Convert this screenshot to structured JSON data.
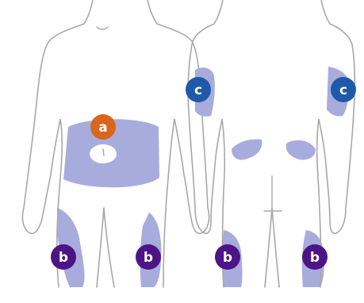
{
  "colors": {
    "background": "#ffffff",
    "outline": "#a8a8a8",
    "zone_fill": "#a8acdc",
    "navel_fill": "#ffffff",
    "badge_a": "#d9661c",
    "badge_b": "#4d1486",
    "badge_c": "#1e5aa8",
    "badge_text": "#ffffff"
  },
  "badges": {
    "a": {
      "label": "a"
    },
    "b": {
      "label": "b"
    },
    "c": {
      "label": "c"
    }
  }
}
